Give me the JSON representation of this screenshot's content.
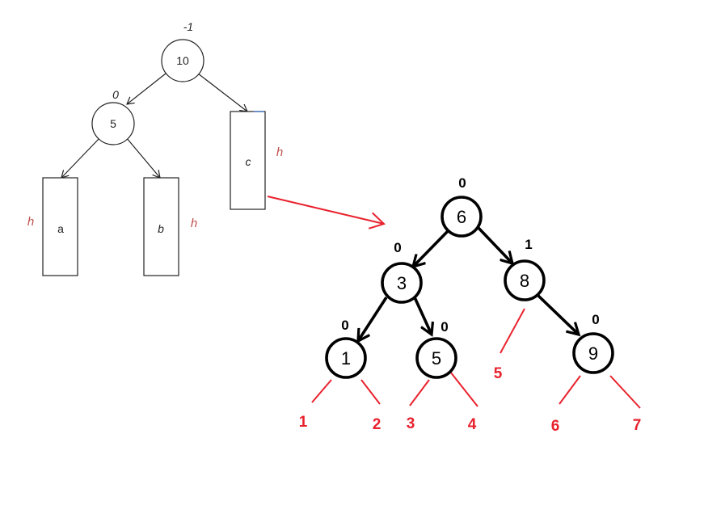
{
  "colors": {
    "red": "#e8222d",
    "height_label": "#c0504d",
    "black": "#000000"
  },
  "left_tree": {
    "root": {
      "label": "10",
      "balance": "-1"
    },
    "left_child": {
      "label": "5",
      "balance": "0"
    },
    "subtrees": {
      "a": {
        "label": "a",
        "height": "h"
      },
      "b": {
        "label": "b",
        "height": "h"
      },
      "c": {
        "label": "c",
        "height": "h"
      }
    }
  },
  "right_tree": {
    "nodes": {
      "n6": {
        "label": "6",
        "balance": "0"
      },
      "n3": {
        "label": "3",
        "balance": "0"
      },
      "n8": {
        "label": "8",
        "balance": "1"
      },
      "n1": {
        "label": "1",
        "balance": "0"
      },
      "n5": {
        "label": "5",
        "balance": "0"
      },
      "n9": {
        "label": "9",
        "balance": "0"
      }
    },
    "leaf_labels": [
      "1",
      "2",
      "3",
      "4",
      "5",
      "6",
      "7"
    ]
  }
}
